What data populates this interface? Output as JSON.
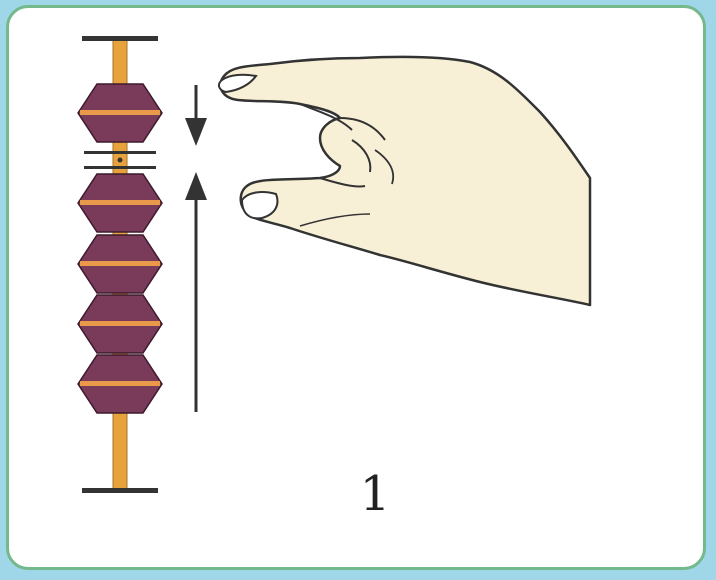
{
  "figure": {
    "step_number": "1",
    "colors": {
      "background": "#9fd6e8",
      "panel": "#ffffff",
      "frame": "#74b98b",
      "rod": "#e8a23c",
      "bead": "#7a3a5a",
      "bead_stripe": "#e89a4a",
      "hand_fill": "#f7f0d6",
      "outline": "#333333"
    },
    "abacus": {
      "upper_beads": 1,
      "lower_beads": 4
    },
    "arrows": {
      "upper": "down",
      "lower": "up"
    }
  }
}
